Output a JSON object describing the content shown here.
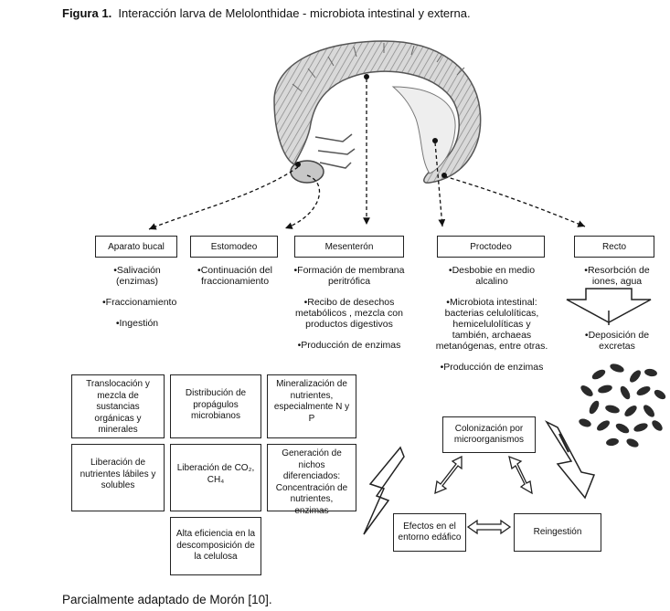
{
  "figure": {
    "label": "Figura 1.",
    "title": "Interacción larva de Melolonthidae - microbiota intestinal y externa."
  },
  "sections": [
    {
      "label": "Aparato bucal",
      "items": [
        "•Salivación (enzimas)",
        "•Fraccionamiento",
        "•Ingestión"
      ]
    },
    {
      "label": "Estomodeo",
      "items": [
        "•Continuación del fraccionamiento"
      ]
    },
    {
      "label": "Mesenterón",
      "items": [
        "•Formación de membrana peritrófica",
        "•Recibo de desechos metabólicos , mezcla con productos digestivos",
        "•Producción de enzimas"
      ]
    },
    {
      "label": "Proctodeo",
      "items": [
        "•Desbobie en medio alcalino",
        "•Microbiota intestinal: bacterias celulolíticas, hemicelulolíticas y también, archaeas metanógenas, entre otras.",
        "•Producción de enzimas"
      ]
    },
    {
      "label": "Recto",
      "items": [
        "•Resorbción de iones, agua",
        "•Deposición de excretas"
      ]
    }
  ],
  "functions_grid": [
    "Translocación y mezcla de sustancias orgánicas y minerales",
    "Distribución de propágulos microbianos",
    "Mineralización de nutrientes, especialmente N y P",
    "Liberación de nutrientes lábiles y solubles",
    "Liberación de CO₂, CH₄",
    "Generación de nichos diferenciados: Concentración de nutrientes, enzimas",
    "Alta eficiencia en la descomposición de la celulosa"
  ],
  "cycle": {
    "top": "Colonización por microorganismos",
    "left": "Efectos en el entorno edáfico",
    "right": "Reingestión"
  },
  "source": "Parcialmente adaptado de Morón  [10]."
}
